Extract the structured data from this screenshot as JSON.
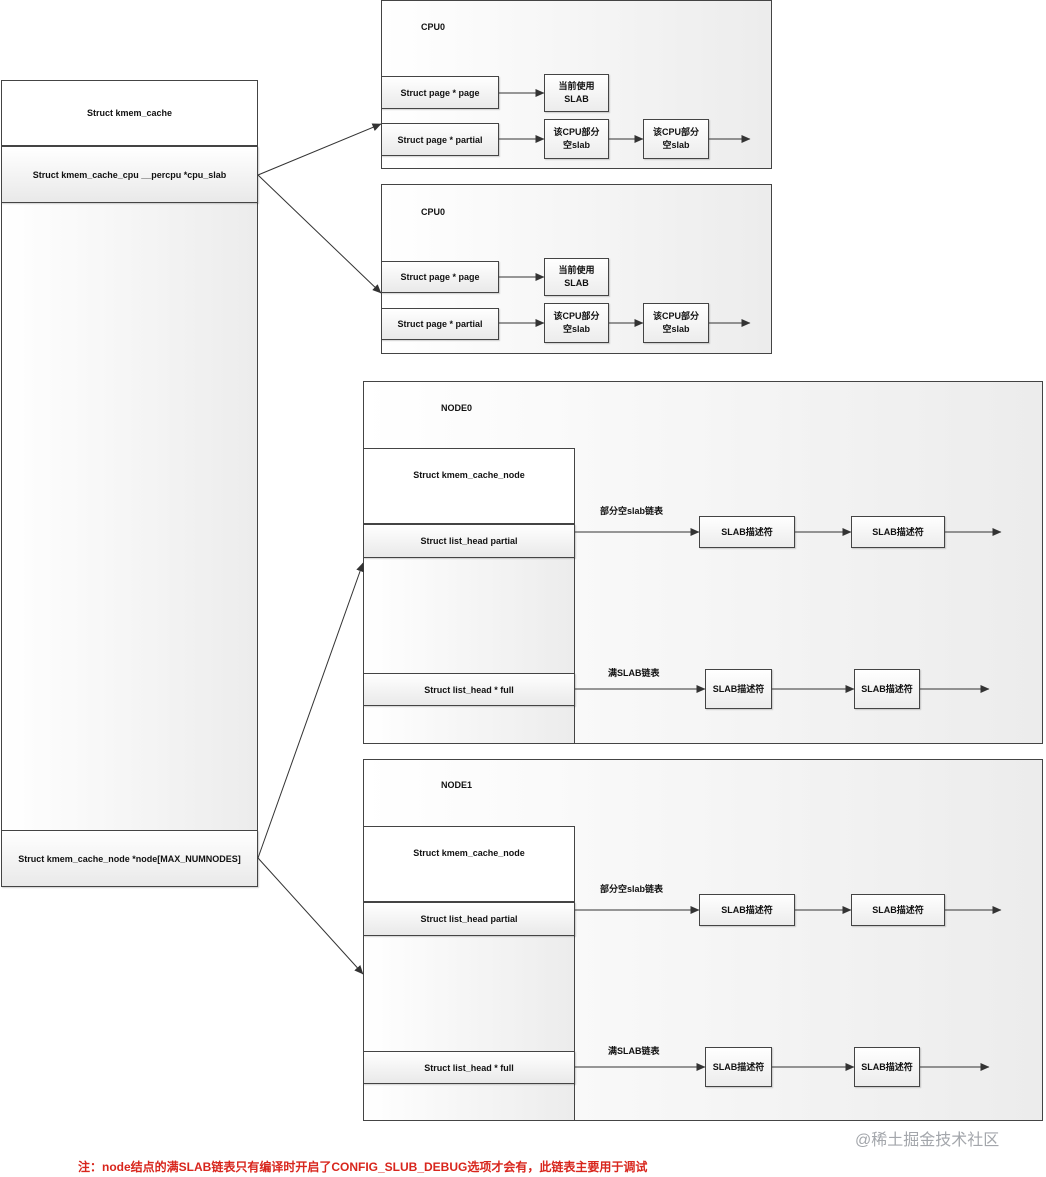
{
  "kmem_cache": {
    "title": "Struct kmem_cache",
    "cpu_slab": "Struct kmem_cache_cpu __percpu *cpu_slab",
    "node": "Struct kmem_cache_node *node[MAX_NUMNODES]"
  },
  "cpus": [
    {
      "title": "CPU0",
      "page": "Struct page * page",
      "partial": "Struct page * partial",
      "current_slab": "当前使用\nSLAB",
      "partial_slab_1": "该CPU部分\n空slab",
      "partial_slab_2": "该CPU部分\n空slab"
    },
    {
      "title": "CPU0",
      "page": "Struct page * page",
      "partial": "Struct page * partial",
      "current_slab": "当前使用\nSLAB",
      "partial_slab_1": "该CPU部分\n空slab",
      "partial_slab_2": "该CPU部分\n空slab"
    }
  ],
  "nodes": [
    {
      "title": "NODE0",
      "struct_title": "Struct kmem_cache_node",
      "partial": "Struct list_head  partial",
      "full": "Struct list_head * full",
      "partial_list_label": "部分空slab链表",
      "full_list_label": "满SLAB链表",
      "desc": "SLAB描述符"
    },
    {
      "title": "NODE1",
      "struct_title": "Struct kmem_cache_node",
      "partial": "Struct list_head  partial",
      "full": "Struct list_head * full",
      "partial_list_label": "部分空slab链表",
      "full_list_label": "满SLAB链表",
      "desc": "SLAB描述符"
    }
  ],
  "note": "注：node结点的满SLAB链表只有编译时开启了CONFIG_SLUB_DEBUG选项才会有，此链表主要用于调试",
  "watermark": "@稀土掘金技术社区",
  "colors": {
    "note": "#d8261d",
    "watermark": "#a3a6ab",
    "line": "#333333"
  }
}
